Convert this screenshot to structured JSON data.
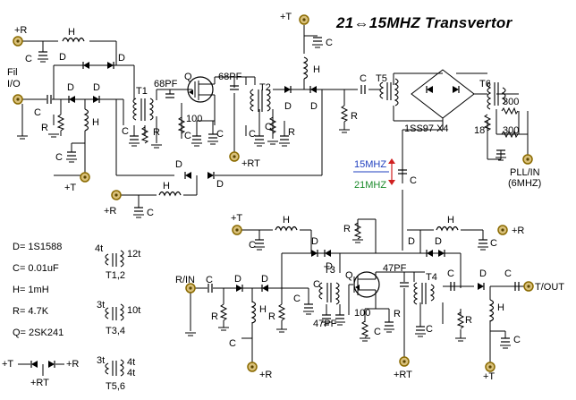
{
  "title": "21⇔15MHZ  Transvertor",
  "colors": {
    "line": "#000000",
    "terminal_ring": "#8a6a00",
    "terminal_fill": "#d9c07a",
    "freq_15": "#1f3fbf",
    "freq_21": "#1a8a2a",
    "arrow": "#d02020"
  },
  "terminals": {
    "plus_r": "+R",
    "plus_t": "+T",
    "plus_rt": "+RT",
    "fil_io_line1": "Fil",
    "fil_io_line2": "I/O",
    "r_in": "R/IN",
    "t_out": "T/OUT",
    "pll_in_line1": "PLL/IN",
    "pll_in_line2": "(6MHZ)"
  },
  "component_labels": {
    "t1": "T1",
    "t2": "T2",
    "t3": "T3",
    "t4": "T4",
    "t5": "T5",
    "t6": "T6",
    "q": "Q",
    "pf68": "68PF",
    "pf47": "47PF",
    "r100": "100",
    "r300": "300",
    "r18": "18",
    "d": "D",
    "c": "C",
    "r": "R",
    "h": "H",
    "diode_quad": "1SS97 X4"
  },
  "freq_marker": {
    "top": "15MHZ",
    "bottom": "21MHZ"
  },
  "legend": [
    "D= 1S1588",
    "C= 0.01uF",
    "H= 1mH",
    "R= 4.7K",
    "Q= 2SK241"
  ],
  "transformer_notes": {
    "t12": {
      "primary": "4t",
      "secondary": "12t",
      "name": "T1,2"
    },
    "t34": {
      "primary": "3t",
      "secondary": "10t",
      "name": "T3,4"
    },
    "t56": {
      "primary": "3t",
      "secondary_a": "4t",
      "secondary_b": "4t",
      "name": "T5,6"
    }
  },
  "switch_note": {
    "left": "+T",
    "right": "+R",
    "bottom": "+RT"
  }
}
